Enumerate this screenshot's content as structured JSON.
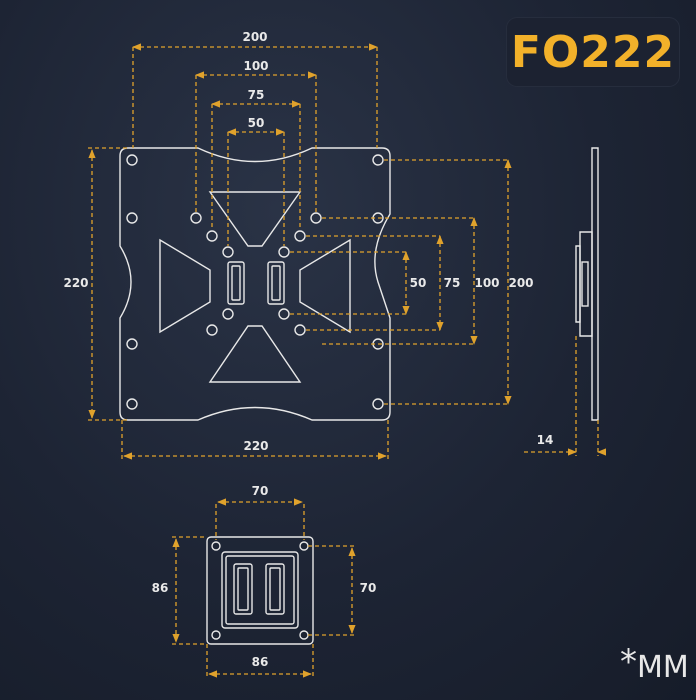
{
  "title": "FO222",
  "unit_note": "MM",
  "unit_star": "*",
  "colors": {
    "accent": "#e0a22c",
    "title": "#f2b12a",
    "line": "#e8e8e8",
    "background": "#1b2232"
  },
  "front_view": {
    "top_dims": [
      "200",
      "100",
      "75",
      "50"
    ],
    "right_dims": [
      "50",
      "75",
      "100",
      "200"
    ],
    "height": "220",
    "width": "220"
  },
  "side_view": {
    "depth": "14"
  },
  "bracket_view": {
    "top": "70",
    "right": "70",
    "left": "86",
    "bottom": "86"
  }
}
